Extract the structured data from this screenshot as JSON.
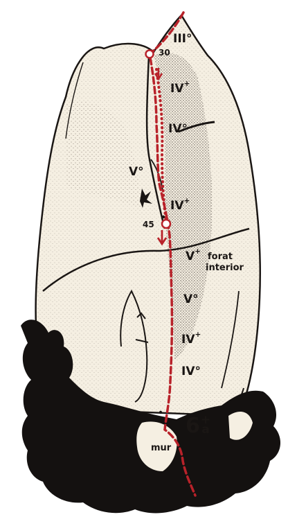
{
  "colors": {
    "rock": "#f5efe2",
    "ink": "#1a1614",
    "route": "#b8222a",
    "vegetation": "#141110"
  },
  "grades": {
    "g1": "III°",
    "g2": "IV+",
    "g3": "IV°",
    "g4": "V°",
    "g5": "IV+",
    "g6": "V+",
    "g7": "V°",
    "g8": "IV+",
    "g9": "IV°"
  },
  "belays": {
    "b30": "30",
    "b45": "45"
  },
  "notes": {
    "forat": "forat",
    "interior": "interior",
    "mur": "mur"
  },
  "crux": {
    "main": "6",
    "sup": "+",
    "sub": "a"
  },
  "icons": [
    "belay-ring-icon",
    "arrow-down-icon",
    "peg-icon",
    "thread-icon"
  ]
}
